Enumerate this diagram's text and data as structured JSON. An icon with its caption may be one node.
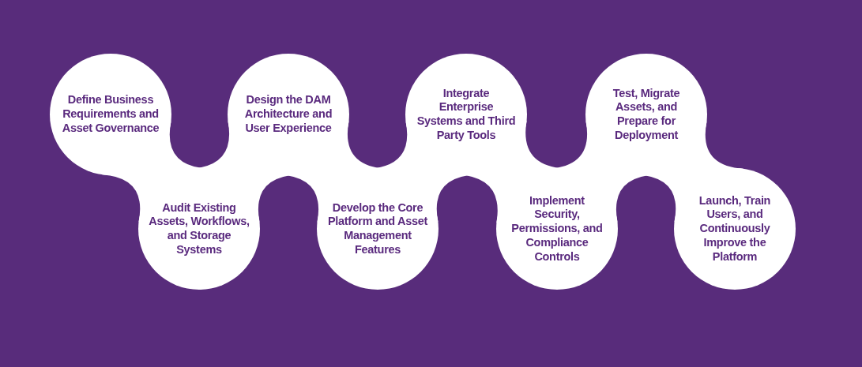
{
  "diagram": {
    "nodes": [
      {
        "text": [
          "Define Business Requirements and Asset Governance"
        ]
      },
      {
        "text": [
          "Audit Existing Assets, Workflows, and Storage Systems"
        ]
      },
      {
        "text": [
          "Design the DAM Architecture and User Experience"
        ]
      },
      {
        "text": [
          "Develop the Core Platform and Asset Management Features"
        ]
      },
      {
        "text": [
          "Integrate Enterprise Systems and Third Party Tools"
        ]
      },
      {
        "text": [
          "Implement Security, Permissions, and Compliance Controls"
        ]
      },
      {
        "text": [
          "Test, Migrate Assets, and Prepare for Deployment"
        ]
      },
      {
        "text": [
          "Launch, Train Users, and Continuously Improve the Platform"
        ]
      }
    ]
  }
}
